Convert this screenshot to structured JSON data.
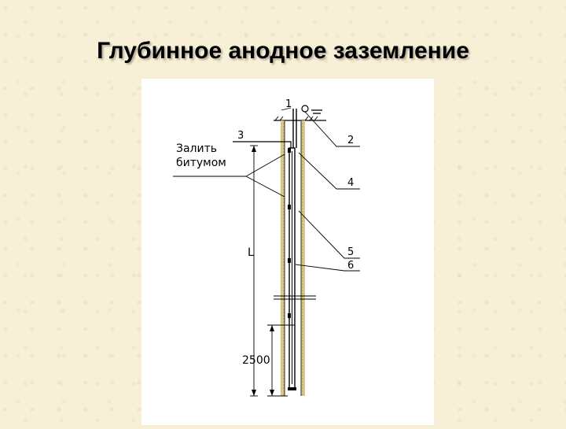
{
  "title": "Глубинное анодное заземление",
  "diagram": {
    "labels": {
      "item1": "1",
      "item2": "2",
      "item3": "3",
      "item4": "4",
      "item5": "5",
      "item6": "6",
      "fill_line1": "Залить",
      "fill_line2": "битумом",
      "length": "L",
      "dimension": "2500"
    }
  }
}
